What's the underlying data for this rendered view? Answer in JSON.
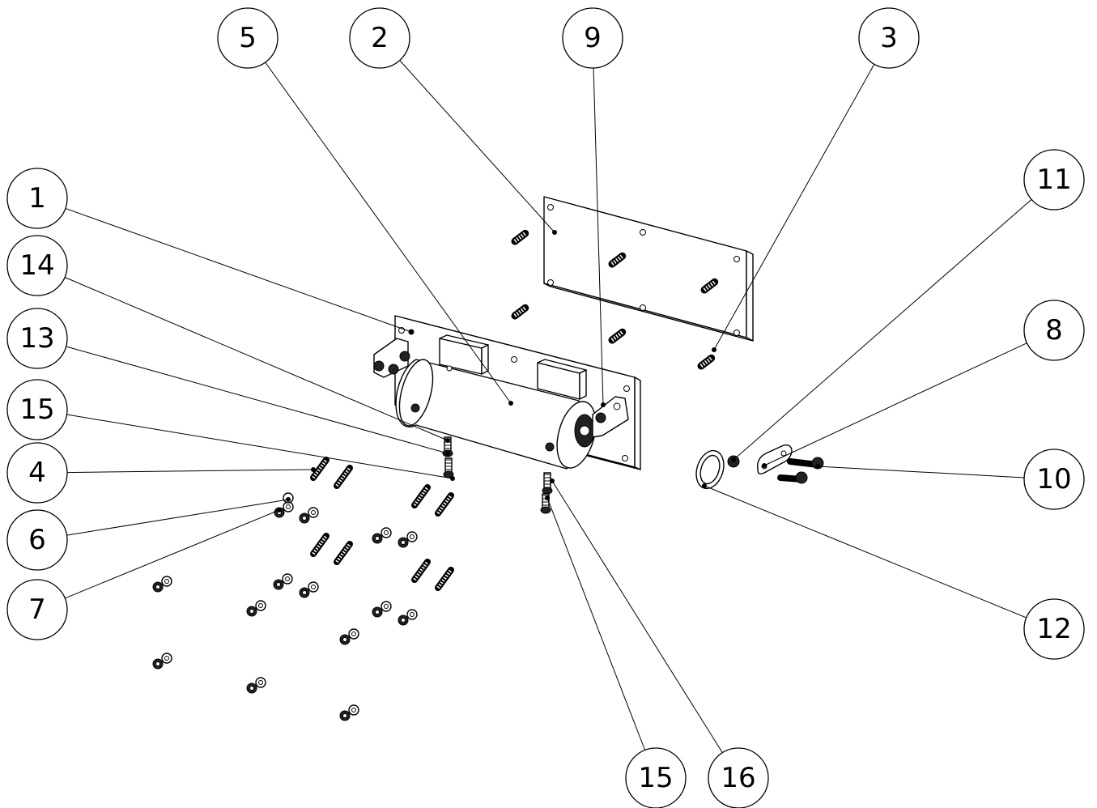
{
  "diagram": {
    "balloons": [
      {
        "id": "balloon-5",
        "label": "5"
      },
      {
        "id": "balloon-2",
        "label": "2"
      },
      {
        "id": "balloon-9",
        "label": "9"
      },
      {
        "id": "balloon-3",
        "label": "3"
      },
      {
        "id": "balloon-1",
        "label": "1"
      },
      {
        "id": "balloon-11",
        "label": "11"
      },
      {
        "id": "balloon-14",
        "label": "14"
      },
      {
        "id": "balloon-13",
        "label": "13"
      },
      {
        "id": "balloon-8",
        "label": "8"
      },
      {
        "id": "balloon-15a",
        "label": "15"
      },
      {
        "id": "balloon-4",
        "label": "4"
      },
      {
        "id": "balloon-10",
        "label": "10"
      },
      {
        "id": "balloon-6",
        "label": "6"
      },
      {
        "id": "balloon-7",
        "label": "7"
      },
      {
        "id": "balloon-12",
        "label": "12"
      },
      {
        "id": "balloon-15b",
        "label": "15"
      },
      {
        "id": "balloon-16",
        "label": "16"
      }
    ]
  }
}
